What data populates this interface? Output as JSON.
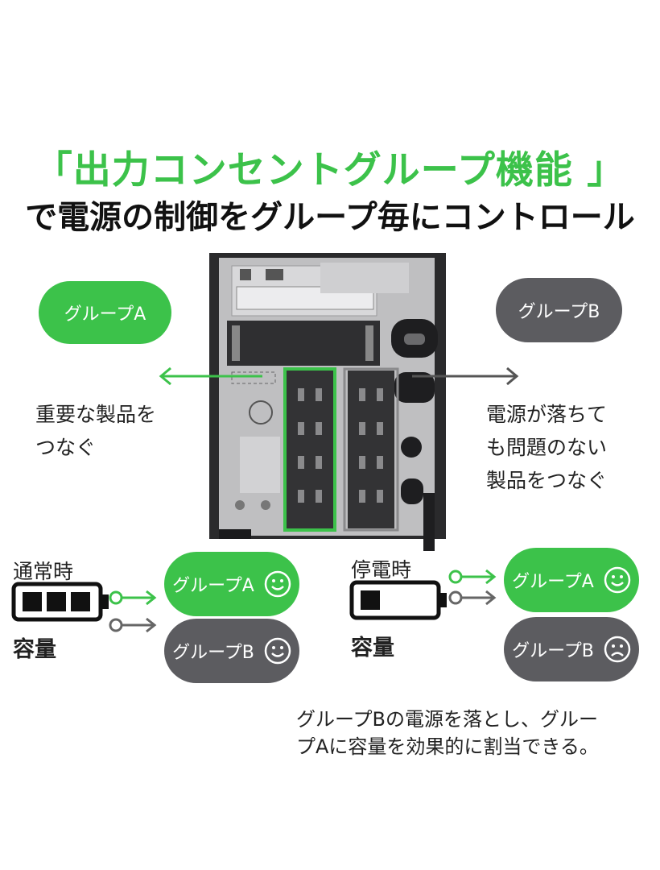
{
  "title": {
    "line1": "「出力コンセントグループ機能 」",
    "line2": "で電源の制御をグループ毎にコントロール"
  },
  "group_a": {
    "label": "グループA",
    "description": [
      "重要な製品を",
      "つなぐ"
    ]
  },
  "group_b": {
    "label": "グループB",
    "description": [
      "電源が落ちて",
      "も問題のない",
      "製品をつなぐ"
    ]
  },
  "normal": {
    "title": "通常時",
    "capacity": "容量",
    "battery_level": "3/3",
    "a_label": "グループA",
    "a_face": "smile-icon",
    "b_label": "グループB",
    "b_face": "smile-icon"
  },
  "outage": {
    "title": "停電時",
    "capacity": "容量",
    "battery_level": "1/3",
    "a_label": "グループA",
    "a_face": "smile-icon",
    "b_label": "グループB",
    "b_face": "sad-icon"
  },
  "note": [
    "グループBの電源を落とし、グルー",
    "プAに容量を効果的に割当できる。"
  ],
  "colors": {
    "accent": "#3cc24a",
    "gray": "#5c5c60"
  }
}
